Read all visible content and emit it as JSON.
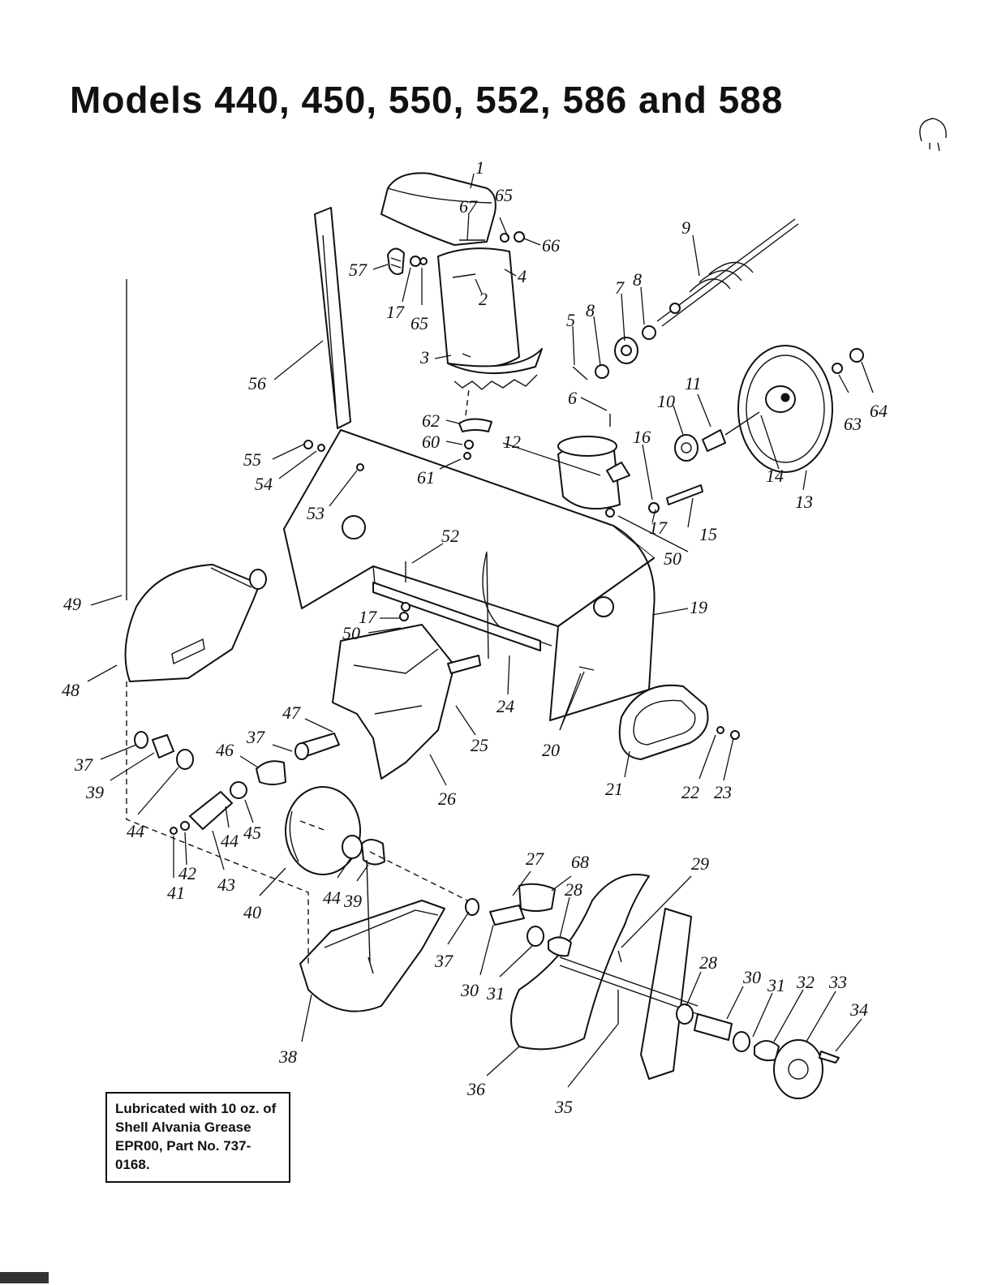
{
  "title": "Models 440, 450, 550, 552, 586 and 588",
  "note": "Lubricated with 10 oz. of Shell Alvania Grease EPR00, Part No. 737-0168.",
  "callouts": [
    "1",
    "67",
    "65",
    "66",
    "57",
    "17",
    "65",
    "4",
    "2",
    "3",
    "9",
    "8",
    "7",
    "5",
    "8",
    "6",
    "11",
    "10",
    "16",
    "14",
    "13",
    "63",
    "64",
    "62",
    "60",
    "61",
    "12",
    "17",
    "15",
    "50",
    "55",
    "54",
    "53",
    "56",
    "52",
    "19",
    "49",
    "17",
    "50",
    "48",
    "24",
    "25",
    "20",
    "47",
    "37",
    "46",
    "26",
    "21",
    "22",
    "23",
    "37",
    "39",
    "44",
    "45",
    "44",
    "42",
    "41",
    "43",
    "40",
    "44",
    "39",
    "27",
    "68",
    "28",
    "29",
    "37",
    "30",
    "31",
    "28",
    "30",
    "31",
    "32",
    "33",
    "34",
    "38",
    "36",
    "35"
  ]
}
